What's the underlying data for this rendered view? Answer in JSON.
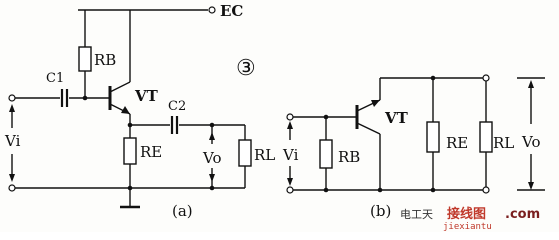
{
  "labels": {
    "ec": "EC",
    "c1": "C1",
    "rb_a": "RB",
    "vt_a": "VT",
    "c2": "C2",
    "re_a": "RE",
    "vi_a": "Vi",
    "vo_a": "Vo",
    "rl_a": "RL",
    "caption_a": "(a)",
    "circled_number": "③",
    "vt_b": "VT",
    "vi_b": "Vi",
    "rb_b": "RB",
    "re_b": "RE",
    "rl_b": "RL",
    "vo_b": "Vo",
    "caption_b": "(b)"
  },
  "watermark": {
    "prefix": "电工天",
    "brand": "接线图",
    "suffix": ".com",
    "url": "jiexiantu"
  }
}
